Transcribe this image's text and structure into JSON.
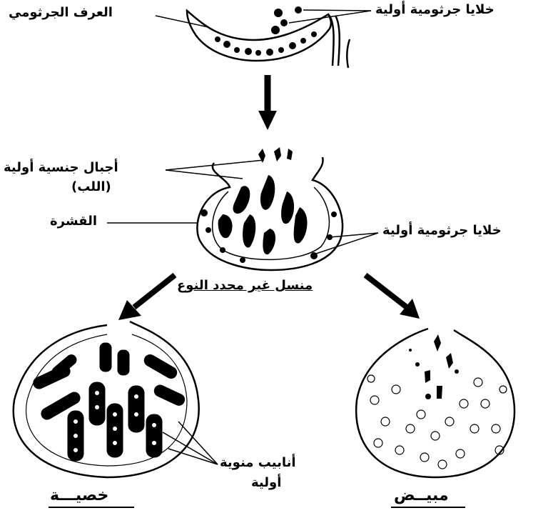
{
  "labels": {
    "germinal_ridge": "العرف الجرثومي",
    "primordial_germ_cells_top": "خلايا جرثومية أولية",
    "primary_sex_cords_line1": "أجبال جنسية أولية",
    "primary_sex_cords_line2": "(اللب)",
    "cortex": "القشرة",
    "primordial_germ_cells_mid": "خلايا جرثومية أولية",
    "indifferent_gonad": "منسل غير محدد النوع",
    "seminiferous_tubules_line1": "أنابيب منوية",
    "seminiferous_tubules_line2": "أولية",
    "testis": "خصيـــة",
    "ovary": "مبيــض"
  }
}
